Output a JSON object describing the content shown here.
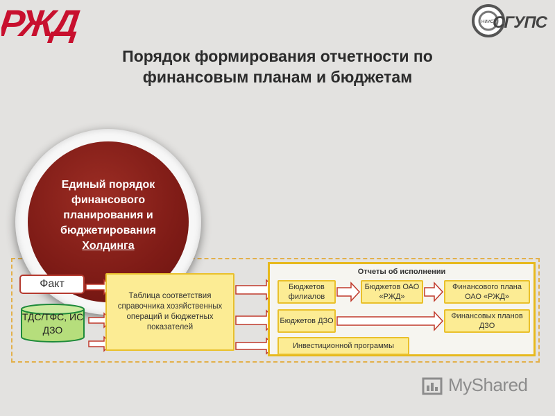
{
  "logos": {
    "rzd_text": "РЖД",
    "sgups_text": "СГУПС",
    "sgups_small": "НИИСТ"
  },
  "title": "Порядок формирования отчетности по\nфинансовым планам и бюджетам",
  "circle": {
    "line1": "Единый порядок",
    "line2": "финансового",
    "line3": "планирования и",
    "line4": "бюджетирования",
    "line5": "Холдинга"
  },
  "fakt": "Факт",
  "database": "ТДС/ТФС, ИС ДЗО",
  "table_box": "Таблица соответствия справочника хозяйственных операций и бюджетных показателей",
  "reports": {
    "title": "Отчеты об исполнении",
    "budget_branches": "Бюджетов филиалов",
    "budget_oao": "Бюджетов ОАО «РЖД»",
    "fin_plan_oao": "Финансового плана ОАО «РЖД»",
    "budget_dzo": "Бюджетов ДЗО",
    "fin_plans_dzo": "Финансовых планов ДЗО",
    "investment": "Инвестиционной программы"
  },
  "watermark": "MyShared",
  "colors": {
    "dark_red": "#7e1b16",
    "yellow_fill": "#fcec94",
    "yellow_border": "#e9c02b",
    "green_fill": "#b6de7c",
    "arrow_red": "#c0392b"
  }
}
